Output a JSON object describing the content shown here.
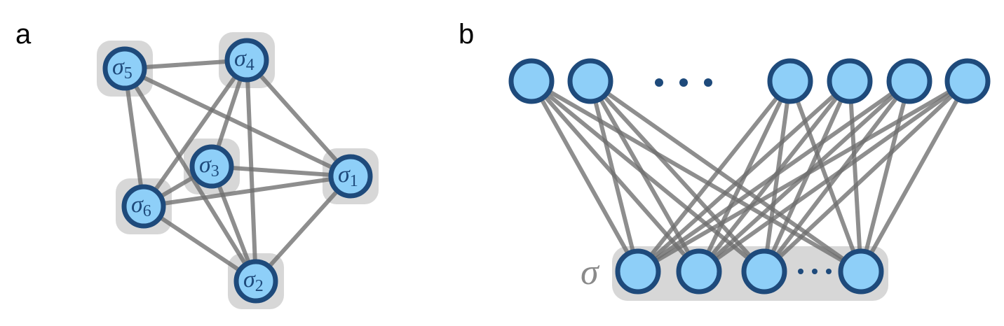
{
  "panel_a": {
    "label": "a",
    "nodes": [
      {
        "id": "s1",
        "symbol": "σ",
        "subscript": "1"
      },
      {
        "id": "s2",
        "symbol": "σ",
        "subscript": "2"
      },
      {
        "id": "s3",
        "symbol": "σ",
        "subscript": "3"
      },
      {
        "id": "s4",
        "symbol": "σ",
        "subscript": "4"
      },
      {
        "id": "s5",
        "symbol": "σ",
        "subscript": "5"
      },
      {
        "id": "s6",
        "symbol": "σ",
        "subscript": "6"
      }
    ],
    "edges": [
      [
        "s5",
        "s4"
      ],
      [
        "s5",
        "s6"
      ],
      [
        "s5",
        "s2"
      ],
      [
        "s5",
        "s1"
      ],
      [
        "s4",
        "s3"
      ],
      [
        "s4",
        "s6"
      ],
      [
        "s4",
        "s2"
      ],
      [
        "s4",
        "s1"
      ],
      [
        "s3",
        "s6"
      ],
      [
        "s3",
        "s1"
      ],
      [
        "s3",
        "s2"
      ],
      [
        "s6",
        "s1"
      ],
      [
        "s6",
        "s2"
      ],
      [
        "s1",
        "s2"
      ]
    ]
  },
  "panel_b": {
    "label": "b",
    "visible_group_label": "σ",
    "top_node_count": 6,
    "bottom_node_count": 4,
    "top_ellipsis": "· · ·",
    "bottom_ellipsis": "· · ·",
    "connectivity": "each top node connected to each bottom node"
  },
  "colors": {
    "node_fill": "#8ecff8",
    "node_stroke": "#1e4a7b",
    "edge": "#6e6e6e",
    "halo": "#d7d7d7",
    "sigma_label": "#8a8a8a"
  }
}
